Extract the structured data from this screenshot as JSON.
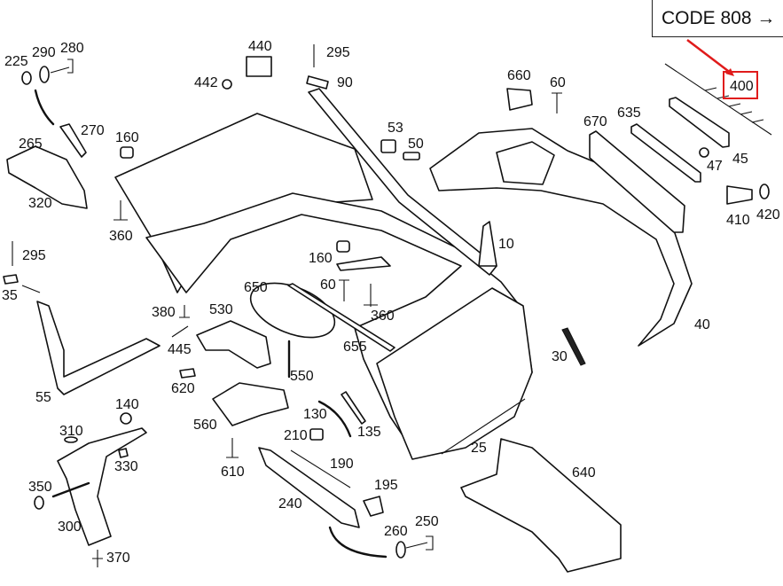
{
  "diagram": {
    "title": "Rear bumper assembly parts diagram",
    "callout": {
      "label": "CODE 808",
      "arrow_glyph": "→",
      "highlighted_part": "400",
      "highlight_color": "#e01b1b"
    },
    "part_labels": [
      {
        "id": "225",
        "text": "225"
      },
      {
        "id": "290",
        "text": "290"
      },
      {
        "id": "280",
        "text": "280"
      },
      {
        "id": "440",
        "text": "440"
      },
      {
        "id": "442",
        "text": "442"
      },
      {
        "id": "295a",
        "text": "295"
      },
      {
        "id": "90",
        "text": "90"
      },
      {
        "id": "660",
        "text": "660"
      },
      {
        "id": "60a",
        "text": "60"
      },
      {
        "id": "670",
        "text": "670"
      },
      {
        "id": "635",
        "text": "635"
      },
      {
        "id": "45",
        "text": "45"
      },
      {
        "id": "47",
        "text": "47"
      },
      {
        "id": "410",
        "text": "410"
      },
      {
        "id": "420",
        "text": "420"
      },
      {
        "id": "270",
        "text": "270"
      },
      {
        "id": "265",
        "text": "265"
      },
      {
        "id": "160a",
        "text": "160"
      },
      {
        "id": "53",
        "text": "53"
      },
      {
        "id": "50",
        "text": "50"
      },
      {
        "id": "320",
        "text": "320"
      },
      {
        "id": "360a",
        "text": "360"
      },
      {
        "id": "10",
        "text": "10"
      },
      {
        "id": "295b",
        "text": "295"
      },
      {
        "id": "160b",
        "text": "160"
      },
      {
        "id": "35",
        "text": "35"
      },
      {
        "id": "650",
        "text": "650"
      },
      {
        "id": "60b",
        "text": "60"
      },
      {
        "id": "360b",
        "text": "360"
      },
      {
        "id": "380",
        "text": "380"
      },
      {
        "id": "530",
        "text": "530"
      },
      {
        "id": "445",
        "text": "445"
      },
      {
        "id": "655",
        "text": "655"
      },
      {
        "id": "40",
        "text": "40"
      },
      {
        "id": "30",
        "text": "30"
      },
      {
        "id": "550",
        "text": "550"
      },
      {
        "id": "620",
        "text": "620"
      },
      {
        "id": "55",
        "text": "55"
      },
      {
        "id": "140",
        "text": "140"
      },
      {
        "id": "130",
        "text": "130"
      },
      {
        "id": "135",
        "text": "135"
      },
      {
        "id": "310",
        "text": "310"
      },
      {
        "id": "560",
        "text": "560"
      },
      {
        "id": "210",
        "text": "210"
      },
      {
        "id": "330",
        "text": "330"
      },
      {
        "id": "25",
        "text": "25"
      },
      {
        "id": "190",
        "text": "190"
      },
      {
        "id": "610",
        "text": "610"
      },
      {
        "id": "640",
        "text": "640"
      },
      {
        "id": "350",
        "text": "350"
      },
      {
        "id": "195",
        "text": "195"
      },
      {
        "id": "240",
        "text": "240"
      },
      {
        "id": "250",
        "text": "250"
      },
      {
        "id": "260",
        "text": "260"
      },
      {
        "id": "300",
        "text": "300"
      },
      {
        "id": "370",
        "text": "370"
      }
    ]
  }
}
